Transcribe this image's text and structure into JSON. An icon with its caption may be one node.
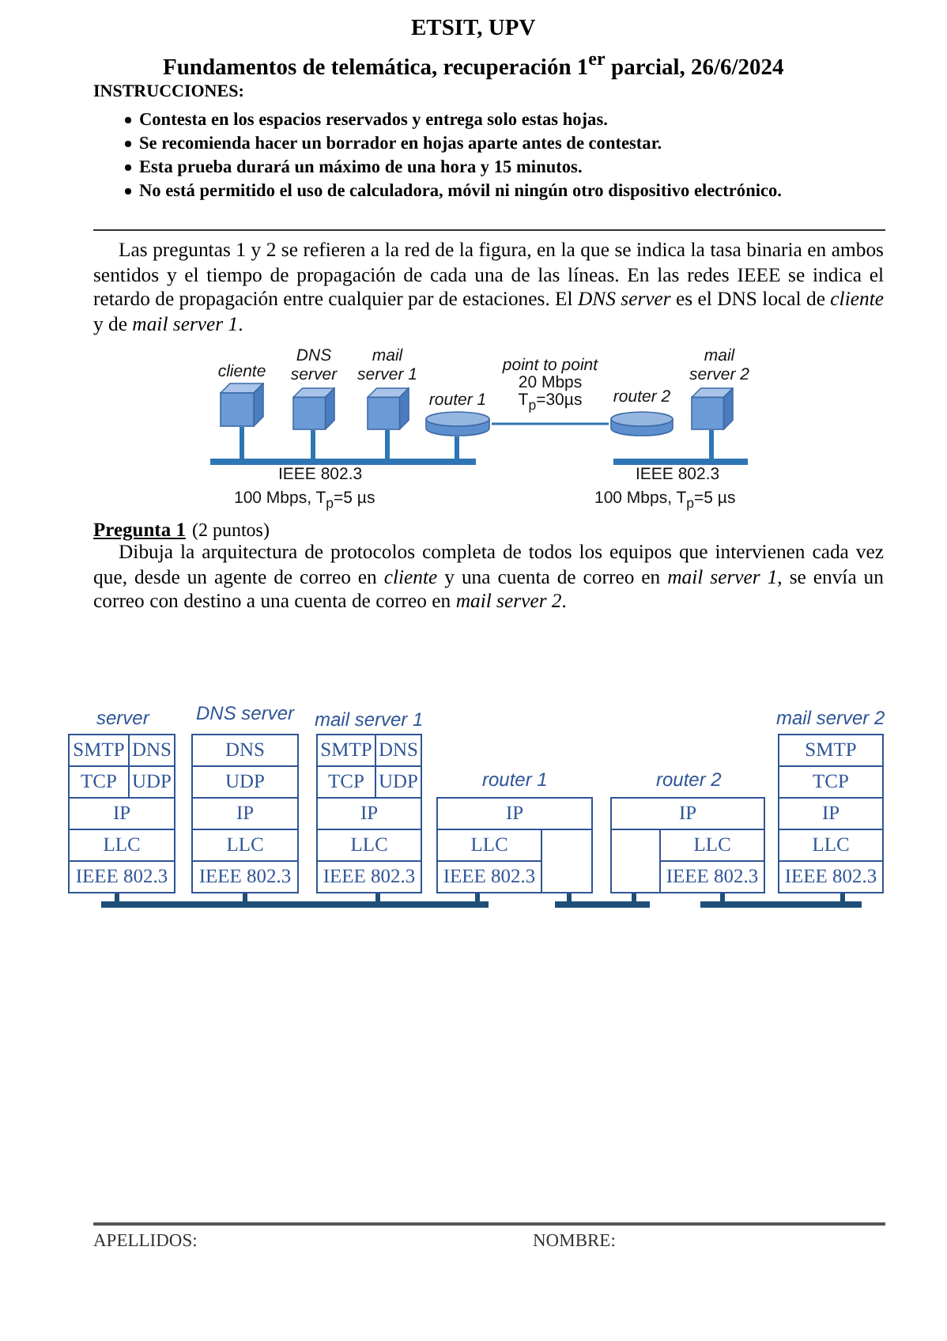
{
  "diagram": {
    "title": "ETSIT, UPV",
    "nodes": [
      {
        "text": [
          "cliente"
        ]
      },
      {
        "text": [
          "DNS server"
        ]
      },
      {
        "text": [
          "mail server 1"
        ]
      },
      {
        "text": [
          "router 1"
        ]
      },
      {
        "text": [
          "router 2"
        ]
      },
      {
        "text": [
          "mail server 2"
        ]
      },
      {
        "text": [],
        "shape": "bar",
        "beside": [
          "IEEE 802.3",
          "100 Mbps, T$_{p}$=5 µs"
        ]
      },
      {
        "text": [],
        "shape": "bar",
        "beside": [
          "IEEE 802.3",
          "100 Mbps, T$_{p}$=5 µs"
        ]
      },
      {
        "text": [
          "server"
        ]
      },
      {
        "text": [
          "SMTP"
        ],
        "in": 8
      },
      {
        "text": [
          "DNS"
        ],
        "in": 8
      },
      {
        "text": [
          "TCP"
        ],
        "in": 8
      },
      {
        "text": [
          "UDP"
        ],
        "in": 8
      },
      {
        "text": [
          "IP"
        ],
        "in": 8
      },
      {
        "text": [
          "LLC"
        ],
        "in": 8
      },
      {
        "text": [
          "IEEE 802.3"
        ],
        "in": 8
      },
      {
        "text": [
          "DNS server"
        ]
      },
      {
        "text": [
          "DNS"
        ],
        "in": 16
      },
      {
        "text": [
          "UDP"
        ],
        "in": 16
      },
      {
        "text": [
          "IP"
        ],
        "in": 16
      },
      {
        "text": [
          "LLC"
        ],
        "in": 16
      },
      {
        "text": [
          "IEEE 802.3"
        ],
        "in": 16
      },
      {
        "text": [
          "mail server 1"
        ]
      },
      {
        "text": [
          "SMTP"
        ],
        "in": 22
      },
      {
        "text": [
          "DNS"
        ],
        "in": 22
      },
      {
        "text": [
          "TCP"
        ],
        "in": 22
      },
      {
        "text": [
          "UDP"
        ],
        "in": 22
      },
      {
        "text": [
          "IP"
        ],
        "in": 22
      },
      {
        "text": [
          "LLC"
        ],
        "in": 22
      },
      {
        "text": [
          "IEEE 802.3"
        ],
        "in": 22
      },
      {
        "text": [
          "router 1"
        ]
      },
      {
        "text": [
          "IP"
        ],
        "in": 30
      },
      {
        "text": [
          "LLC"
        ],
        "in": 30
      },
      {
        "text": [],
        "shape": "box",
        "in": 30
      },
      {
        "text": [
          "IEEE 802.3"
        ],
        "in": 30
      },
      {
        "text": [
          "router 2"
        ]
      },
      {
        "text": [
          "IP"
        ],
        "in": 35
      },
      {
        "text": [],
        "shape": "box",
        "in": 35
      },
      {
        "text": [
          "LLC"
        ],
        "in": 35
      },
      {
        "text": [
          "IEEE 802.3"
        ],
        "in": 35
      },
      {
        "text": [
          "mail server 2"
        ]
      },
      {
        "text": [
          "SMTP"
        ],
        "in": 40
      },
      {
        "text": [
          "TCP"
        ],
        "in": 40
      },
      {
        "text": [
          "IP"
        ],
        "in": 40
      },
      {
        "text": [
          "LLC"
        ],
        "in": 40
      },
      {
        "text": [
          "IEEE 802.3"
        ],
        "in": 40
      },
      {
        "text": [],
        "shape": "bar"
      },
      {
        "text": [],
        "shape": "bar"
      },
      {
        "text": [],
        "shape": "bar"
      }
    ],
    "edges": [
      {
        "from": 0,
        "to": 6,
        "arrow": "none"
      },
      {
        "from": 1,
        "to": 6,
        "arrow": "none"
      },
      {
        "from": 2,
        "to": 6,
        "arrow": "none"
      },
      {
        "from": 3,
        "to": 6,
        "arrow": "none"
      },
      {
        "from": 3,
        "to": 4,
        "arrow": "none",
        "label": "*point to point* 20 Mbps T$_{p}$=30µs"
      },
      {
        "from": 5,
        "to": 7,
        "arrow": "none"
      },
      {
        "from": 15,
        "to": 46,
        "arrow": "none"
      },
      {
        "from": 21,
        "to": 46,
        "arrow": "none"
      },
      {
        "from": 29,
        "to": 46,
        "arrow": "none"
      },
      {
        "from": 34,
        "to": 46,
        "arrow": "none"
      },
      {
        "from": 33,
        "to": 47,
        "arrow": "none"
      },
      {
        "from": 37,
        "to": 47,
        "arrow": "none"
      },
      {
        "from": 39,
        "to": 48,
        "arrow": "none"
      },
      {
        "from": 45,
        "to": 48,
        "arrow": "none"
      }
    ],
    "labels": [
      "Fundamentos de telemática, recuperación 1$^{er}$ parcial, 26/6/2024",
      "INSTRUCCIONES:",
      "Contesta en los espacios reservados y entrega solo estas hojas.",
      "Se recomienda hacer un borrador en hojas aparte antes de contestar.",
      "Esta prueba durará un máximo de una hora y 15 minutos.",
      "No está permitido el uso de calculadora, móvil ni ningún otro dispositivo electrónico.",
      "Las preguntas 1 y 2 se refieren a la red de la figura, en la que se indica la tasa binaria en ambos sentidos y el tiempo de propagación de cada una de las líneas. En las redes IEEE se indica el retardo de propagación entre cualquier par de estaciones. El *DNS server* es el DNS local de *cliente* y de *mail server 1*.",
      "Pregunta 1",
      "(2 puntos)",
      "Dibuja la arquitectura de protocolos completa de todos los equipos que intervienen cada vez que, desde un agente de correo en *cliente* y una cuenta de correo en *mail server 1*, se envía un correo con destino a una cuenta de correo en *mail server 2*.",
      "APELLIDOS:",
      "NOMBRE:"
    ]
  }
}
